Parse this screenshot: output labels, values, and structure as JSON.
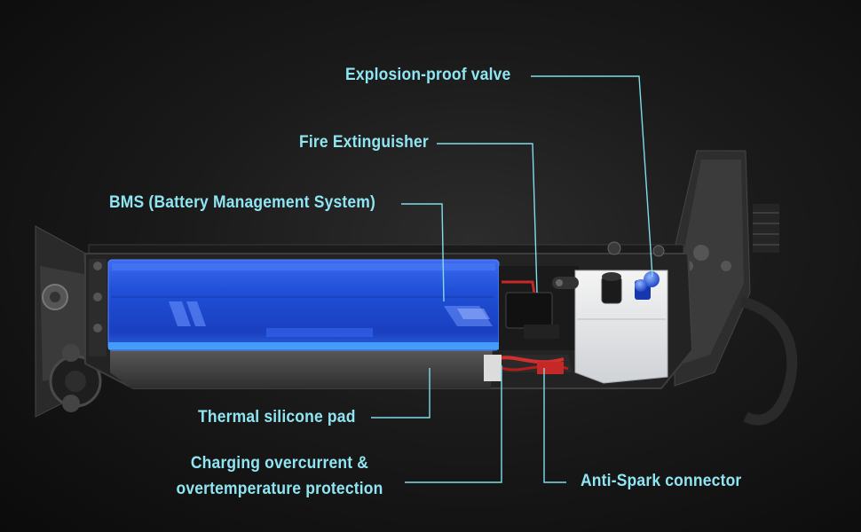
{
  "labels": {
    "explosion_valve": "Explosion-proof valve",
    "fire_extinguisher": "Fire Extinguisher",
    "bms": "BMS (Battery Management System)",
    "thermal_pad": "Thermal silicone pad",
    "charging_protection_line1": "Charging overcurrent &",
    "charging_protection_line2": "overtemperature protection",
    "anti_spark": "Anti-Spark connector"
  },
  "colors": {
    "callout_text": "#8fe6f2",
    "leader_line": "#7fdde9",
    "battery_blue": "#1f4fd6",
    "background": "#141414"
  }
}
